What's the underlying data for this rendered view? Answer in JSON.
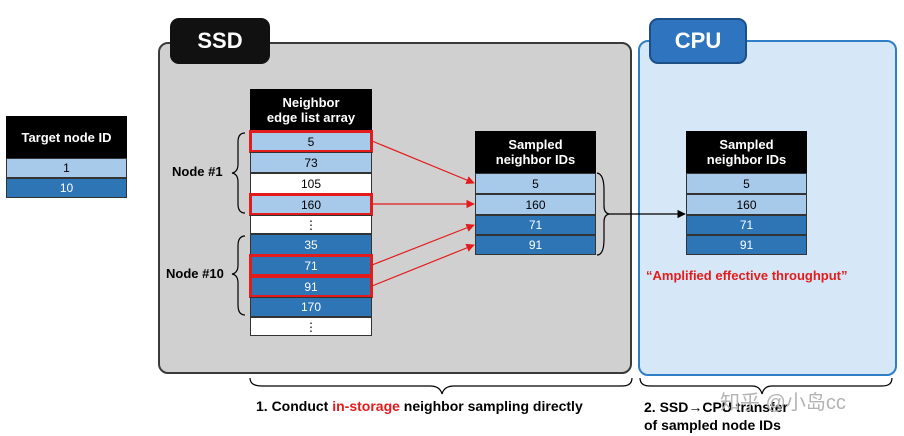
{
  "panels": {
    "ssd_label": "SSD",
    "cpu_label": "CPU"
  },
  "target": {
    "header": "Target node ID",
    "rows": [
      "1",
      "10"
    ]
  },
  "edge_list": {
    "header_line1": "Neighbor",
    "header_line2": "edge list array",
    "node1_label": "Node #1",
    "node10_label": "Node #10",
    "cells": [
      "5",
      "73",
      "105",
      "160",
      "⋮",
      "35",
      "71",
      "91",
      "170",
      "⋮"
    ]
  },
  "ssd_sampled": {
    "header_line1": "Sampled",
    "header_line2": "neighbor IDs",
    "cells": [
      "5",
      "160",
      "71",
      "91"
    ]
  },
  "cpu_sampled": {
    "header_line1": "Sampled",
    "header_line2": "neighbor IDs",
    "cells": [
      "5",
      "160",
      "71",
      "91"
    ]
  },
  "annotation": "“Amplified effective throughput”",
  "captions": {
    "step1_prefix": "1. Conduct ",
    "step1_highlight": "in-storage",
    "step1_suffix": " neighbor sampling directly",
    "step2_line1": "2. SSD→CPU transfer",
    "step2_line2": "of sampled node IDs"
  },
  "watermark": "知乎 @小岛cc",
  "colors": {
    "light_blue": "#a7c9ea",
    "dark_blue": "#2e75b6",
    "highlight_red": "#e31b1b",
    "cpu_panel": "#d6e8f7",
    "ssd_panel": "#d0d0d0"
  }
}
